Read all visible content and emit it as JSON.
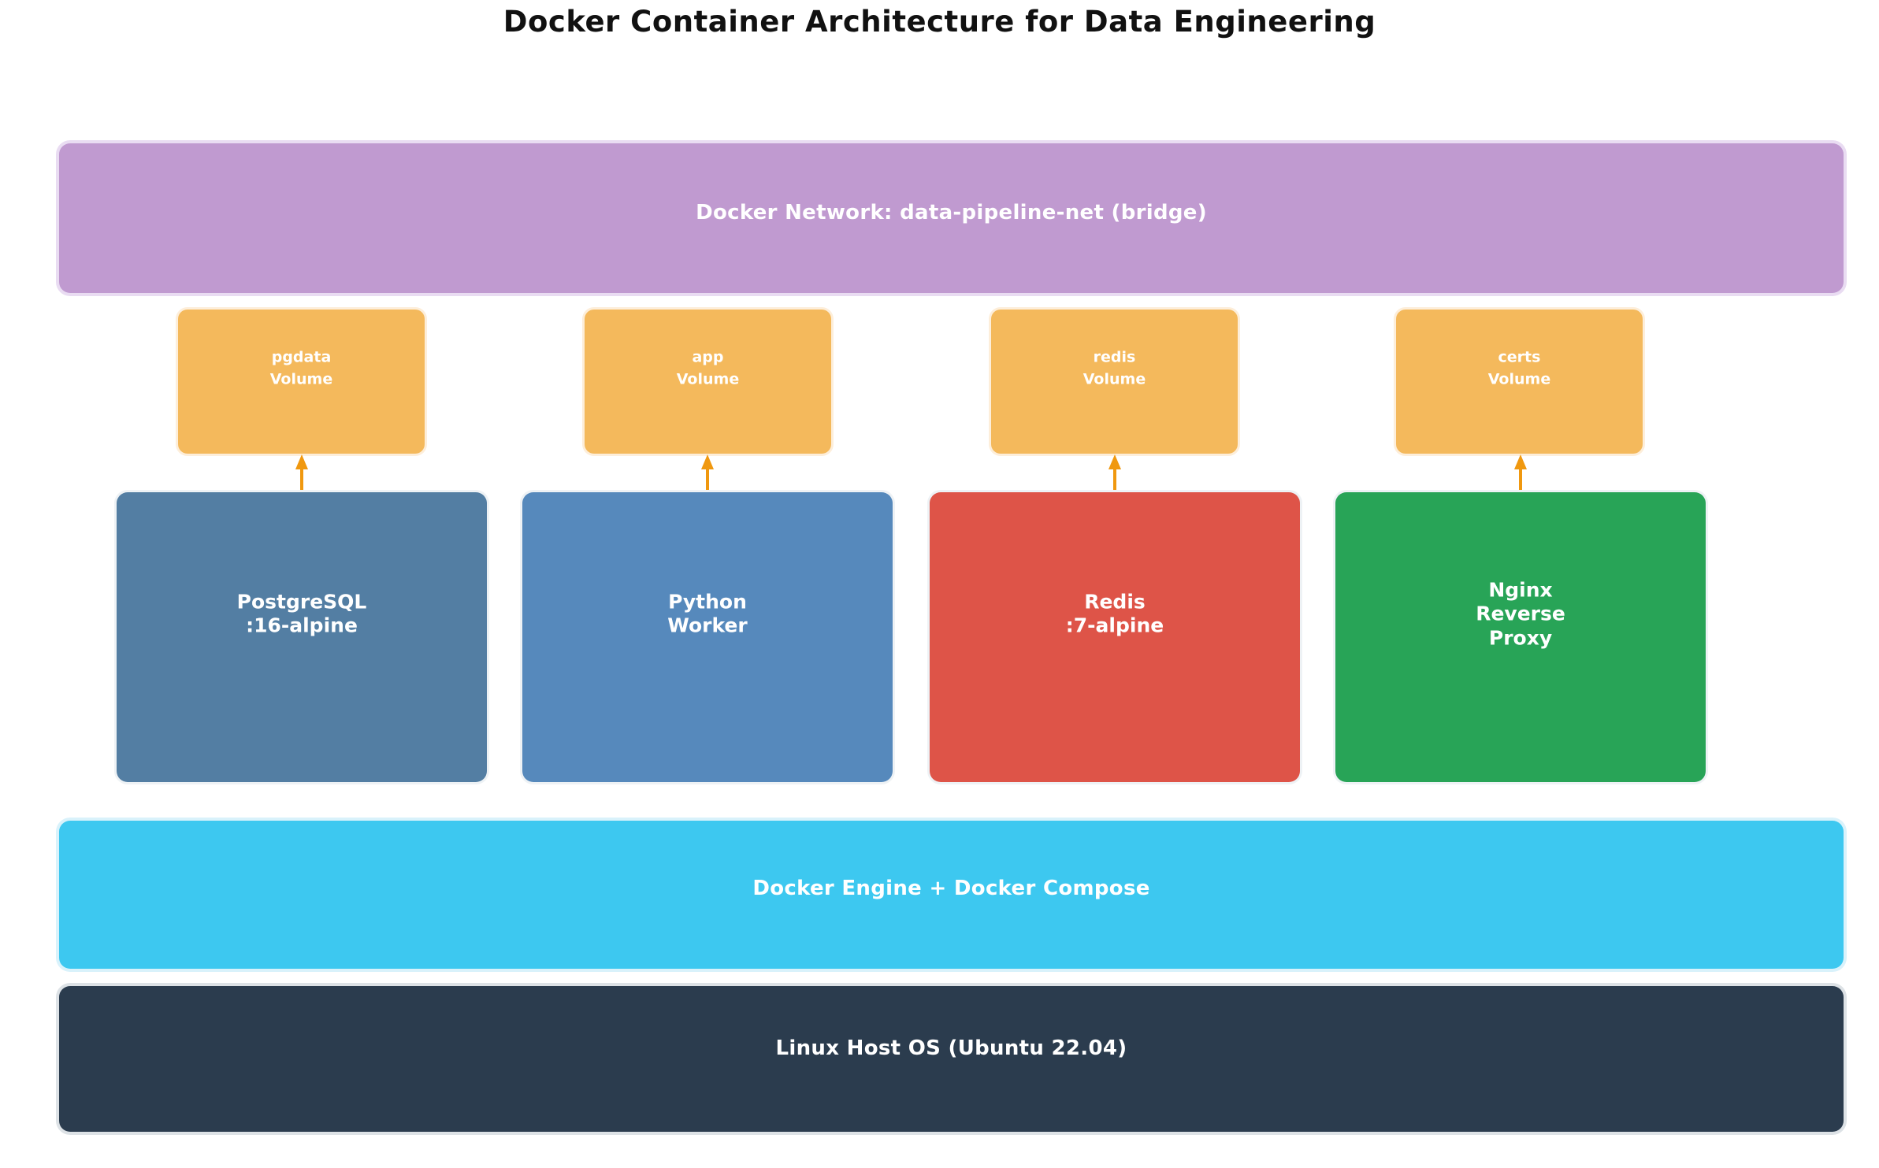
{
  "title": "Docker Container Architecture for Data Engineering",
  "colors": {
    "network_band": "#c09ad0",
    "volume_box": "#f4b95c",
    "postgres_box": "#537ea3",
    "python_box": "#5689bc",
    "redis_box": "#de5448",
    "nginx_box": "#28a457",
    "engine_band": "#3dc8f0",
    "host_band": "#2b3c4e",
    "arrow": "#f0980f"
  },
  "network_band": {
    "label": "Docker Network: data-pipeline-net (bridge)"
  },
  "volumes": [
    {
      "name": "pgdata",
      "line1": "pgdata",
      "line2": "Volume"
    },
    {
      "name": "app",
      "line1": "app",
      "line2": "Volume"
    },
    {
      "name": "redis",
      "line1": "redis",
      "line2": "Volume"
    },
    {
      "name": "certs",
      "line1": "certs",
      "line2": "Volume"
    }
  ],
  "containers": [
    {
      "name": "postgresql",
      "line1": "PostgreSQL",
      "line2": ":16-alpine"
    },
    {
      "name": "python-worker",
      "line1": "Python",
      "line2": "Worker"
    },
    {
      "name": "redis",
      "line1": "Redis",
      "line2": ":7-alpine"
    },
    {
      "name": "nginx",
      "line1": "Nginx",
      "line2": "Reverse",
      "line3": "Proxy"
    }
  ],
  "engine_band": {
    "label": "Docker Engine + Docker Compose"
  },
  "host_band": {
    "label": "Linux Host OS (Ubuntu 22.04)"
  }
}
